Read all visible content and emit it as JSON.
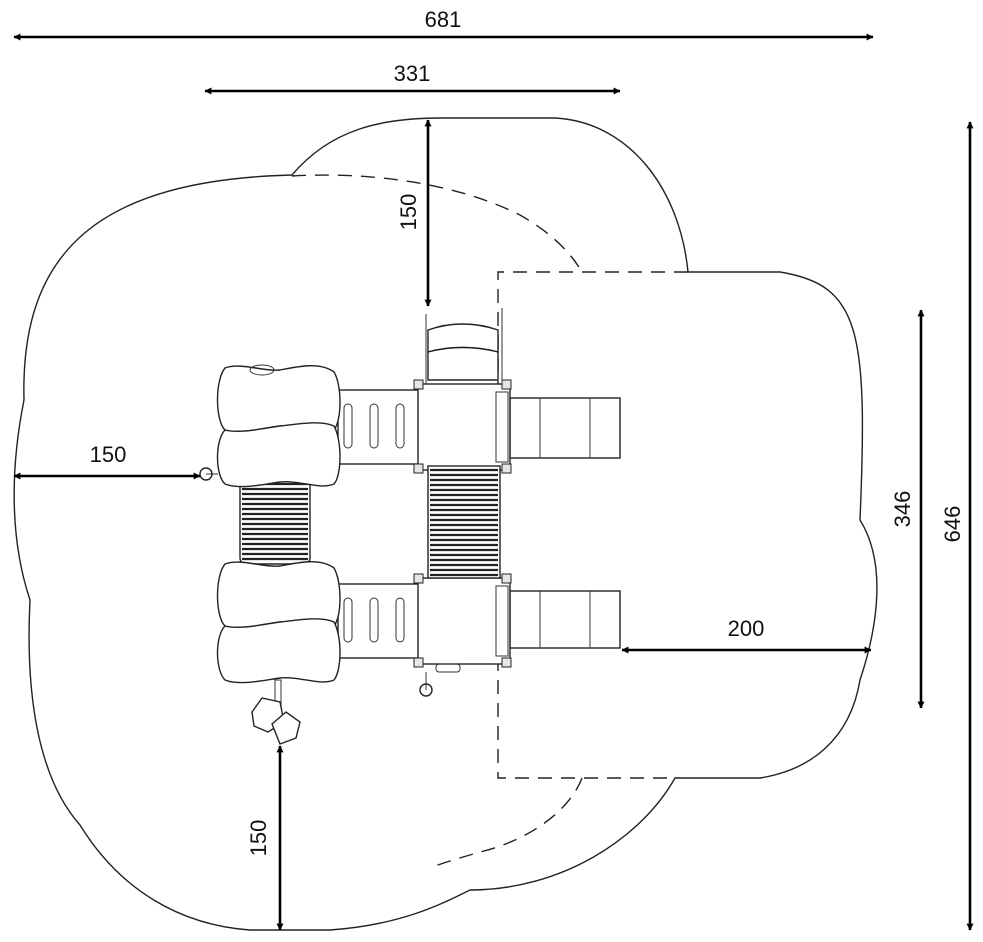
{
  "dimensions": {
    "overall_width": "681",
    "structure_width": "331",
    "top_clearance": "150",
    "left_clearance": "150",
    "bottom_clearance": "150",
    "slide_zone": "200",
    "inner_height": "346",
    "overall_height": "646"
  }
}
